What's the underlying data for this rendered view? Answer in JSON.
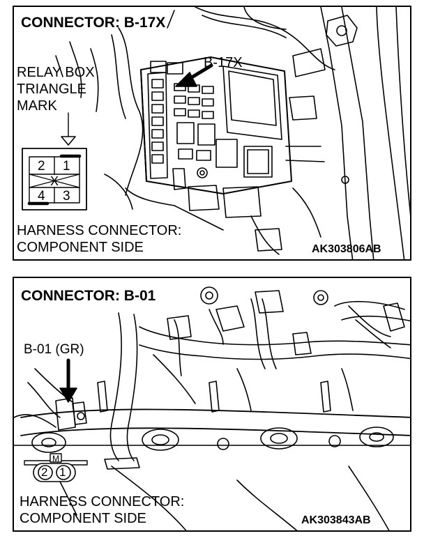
{
  "panel1": {
    "title": "CONNECTOR: B-17X",
    "callout": "B-17X",
    "relay_lines": [
      "RELAY BOX",
      "TRIANGLE",
      "MARK"
    ],
    "pins": [
      "2",
      "1",
      "X",
      "4",
      "3"
    ],
    "harness_lines": [
      "HARNESS CONNECTOR:",
      "COMPONENT SIDE"
    ],
    "code": "AK303806AB"
  },
  "panel2": {
    "title": "CONNECTOR: B-01",
    "callout": "B-01 (GR)",
    "connector_mark": "M",
    "pins": [
      "2",
      "1"
    ],
    "harness_lines": [
      "HARNESS CONNECTOR:",
      "COMPONENT SIDE"
    ],
    "code": "AK303843AB"
  }
}
